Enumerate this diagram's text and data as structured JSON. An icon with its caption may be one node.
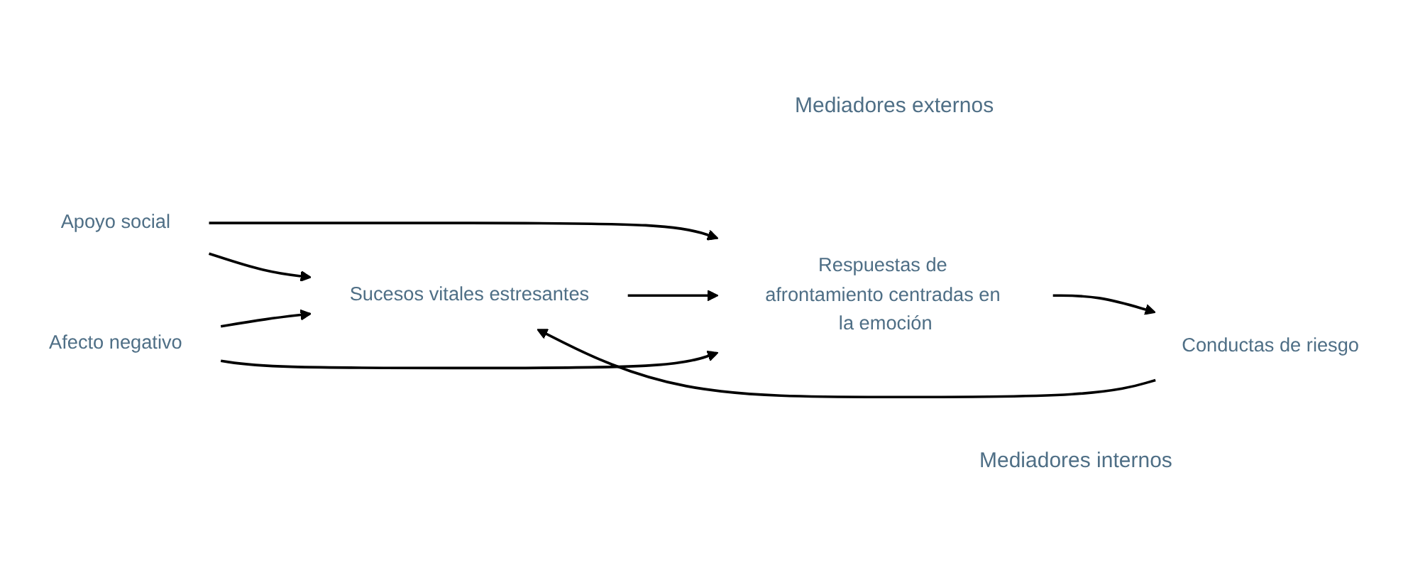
{
  "diagram": {
    "nodes": [
      {
        "text": [
          "Apoyo social"
        ]
      },
      {
        "text": [
          "Sucesos vitales estresantes"
        ]
      },
      {
        "text": [
          "Respuestas de afrontamiento centradas en la emoción"
        ]
      },
      {
        "text": [
          "Conductas de riesgo"
        ]
      },
      {
        "text": [
          "Afecto negativo"
        ]
      }
    ],
    "edges": [
      {
        "from": 0,
        "to": 1,
        "arrow": "to"
      },
      {
        "from": 0,
        "to": 2,
        "arrow": "to"
      },
      {
        "from": 1,
        "to": 2,
        "arrow": "to"
      },
      {
        "from": 2,
        "to": 3,
        "arrow": "to"
      },
      {
        "from": 4,
        "to": 1,
        "arrow": "to"
      },
      {
        "from": 4,
        "to": 2,
        "arrow": "to"
      },
      {
        "from": 3,
        "to": 1,
        "arrow": "to"
      }
    ],
    "labels": [
      "Mediadores externos",
      "Mediadores internos"
    ]
  }
}
